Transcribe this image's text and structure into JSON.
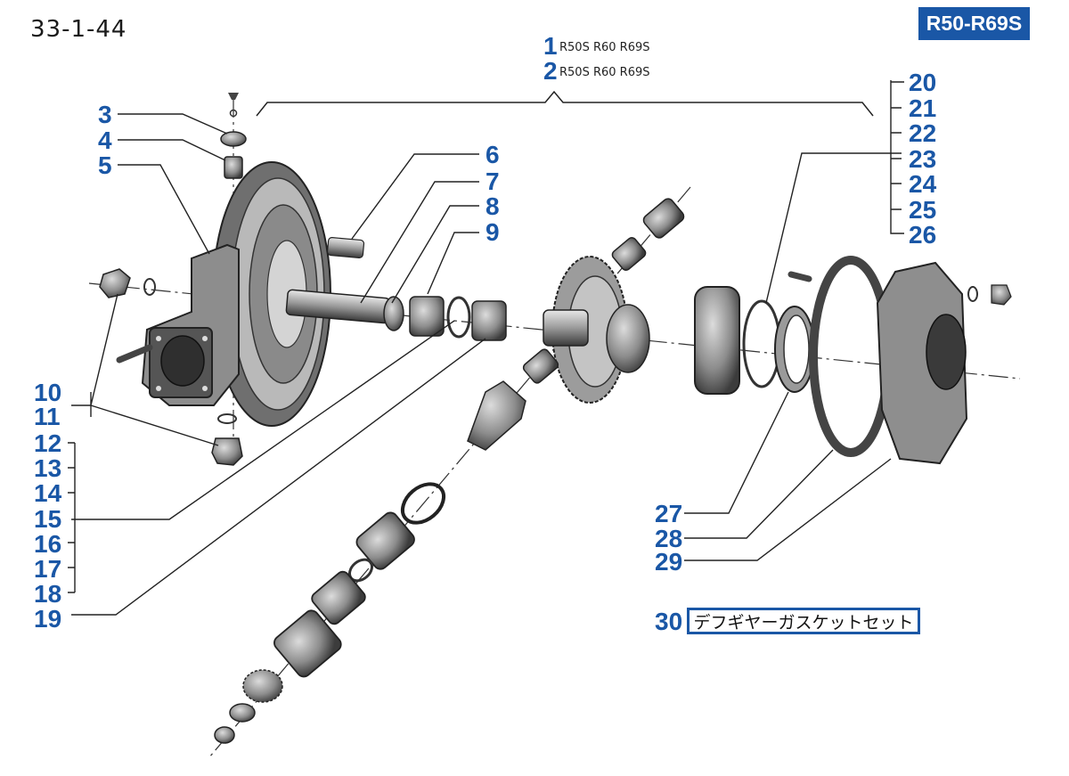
{
  "page_code": "33-1-44",
  "model_badge": "R50-R69S",
  "variant_text": "R50S R60 R69S",
  "gasket_label": "デフギヤーガスケットセット",
  "colors": {
    "accent": "#1a57a6",
    "line": "#222222",
    "part_shade": "#8a8a8a"
  },
  "callouts": {
    "n1": "1",
    "n2": "2",
    "n3": "3",
    "n4": "4",
    "n5": "5",
    "n6": "6",
    "n7": "7",
    "n8": "8",
    "n9": "9",
    "n10": "10",
    "n11": "11",
    "n12": "12",
    "n13": "13",
    "n14": "14",
    "n15": "15",
    "n16": "16",
    "n17": "17",
    "n18": "18",
    "n19": "19",
    "n20": "20",
    "n21": "21",
    "n22": "22",
    "n23": "23",
    "n24": "24",
    "n25": "25",
    "n26": "26",
    "n27": "27",
    "n28": "28",
    "n29": "29",
    "n30": "30"
  }
}
